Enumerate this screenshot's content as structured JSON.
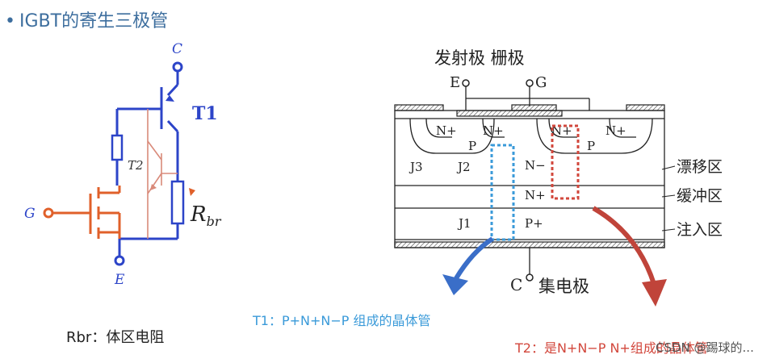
{
  "title": "IGBT的寄生三极管",
  "circuit": {
    "collector": "C",
    "emitter": "E",
    "gate": "G",
    "t1": "T1",
    "t2": "T2",
    "rbr_main": "R",
    "rbr_sub": "br"
  },
  "cross_section": {
    "top_labels": {
      "emitter_gate": "发射极 栅极",
      "e": "E",
      "g": "G"
    },
    "regions": {
      "n_plus_1": "N+",
      "n_plus_2": "N+",
      "n_plus_3": "N+",
      "n_plus_4": "N+",
      "p_left": "P",
      "p_right": "P",
      "n_minus": "N−",
      "n_plus_buffer": "N+",
      "p_plus": "P+",
      "j3": "J3",
      "j2": "J2",
      "j1": "J1"
    },
    "side_labels": {
      "drift": "漂移区",
      "buffer": "缓冲区",
      "injection": "注入区"
    },
    "bottom_label": {
      "c": "C",
      "collector": "集电极"
    }
  },
  "notes": {
    "rbr": "Rbr：体区电阻",
    "t1": "T1：P+N+N−P 组成的晶体管",
    "t2": "T2：是N+N−P N+组成的晶体管",
    "watermark": "CSDN @踢球的..."
  },
  "colors": {
    "circuit_blue": "#2c44c8",
    "mosfet_orange": "#e0602a",
    "t1_blue": "#3a9ad9",
    "t2_red": "#d2473c"
  }
}
